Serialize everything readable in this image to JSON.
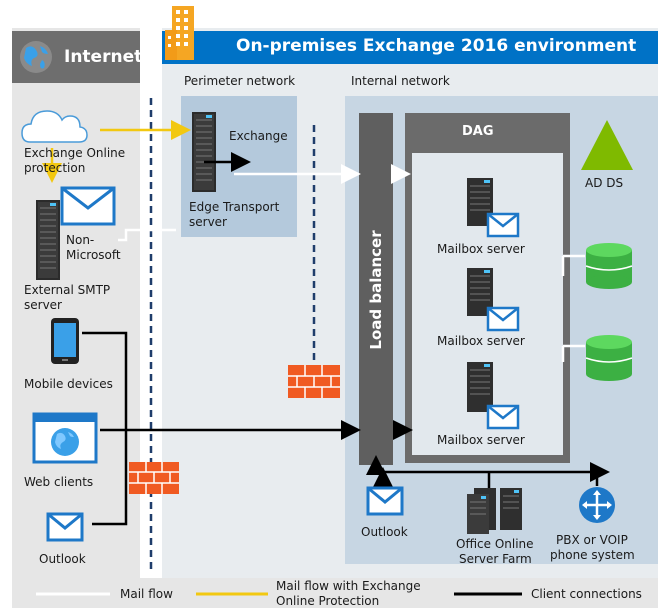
{
  "internet": {
    "title": "Internet"
  },
  "onprem": {
    "title": "On-premises Exchange 2016 environment"
  },
  "zones": {
    "perimeter": "Perimeter network",
    "internal": "Internal network"
  },
  "nodes": {
    "eop_line1": "Exchange Online",
    "eop_line2": "protection",
    "nonms_line1": "Non-",
    "nonms_line2": "Microsoft",
    "ext_smtp_line1": "External SMTP",
    "ext_smtp_line2": "server",
    "mobile": "Mobile devices",
    "web": "Web clients",
    "outlook_ext": "Outlook",
    "edge_exchange": "Exchange",
    "edge_line1": "Edge Transport",
    "edge_line2": "server",
    "load_balancer": "Load balancer",
    "dag": "DAG",
    "mailbox1": "Mailbox server",
    "mailbox2": "Mailbox server",
    "mailbox3": "Mailbox server",
    "adds": "AD DS",
    "outlook_int": "Outlook",
    "oos_line1": "Office Online",
    "oos_line2": "Server Farm",
    "pbx_line1": "PBX or VOIP",
    "pbx_line2": "phone system"
  },
  "legend": {
    "mail_flow": "Mail flow",
    "eop_flow_line1": "Mail flow with Exchange",
    "eop_flow_line2": "Online Protection",
    "client_conn": "Client connections"
  },
  "colors": {
    "mail_flow": "#ffffff",
    "eop_flow": "#f2c811",
    "client_conn": "#000000",
    "brand_blue": "#0072c6",
    "firewall": "#f05a22",
    "ad_green": "#7fba00",
    "db_green": "#3cb043"
  }
}
